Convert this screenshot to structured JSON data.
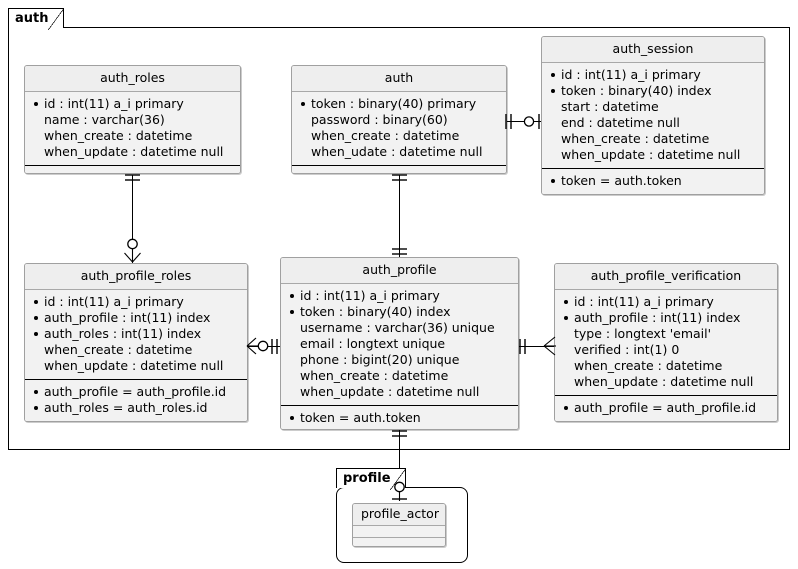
{
  "diagram": {
    "type": "entity-relationship",
    "packages": [
      {
        "name": "auth"
      },
      {
        "name": "profile"
      }
    ]
  },
  "entities": {
    "auth_roles": {
      "title": "auth_roles",
      "fields": [
        {
          "text": "id : int(11) a_i primary",
          "key": true
        },
        {
          "text": "name : varchar(36)",
          "key": false
        },
        {
          "text": "when_create : datetime",
          "key": false
        },
        {
          "text": "when_update : datetime null",
          "key": false
        }
      ],
      "relations": []
    },
    "auth": {
      "title": "auth",
      "fields": [
        {
          "text": "token : binary(40) primary",
          "key": true
        },
        {
          "text": "password : binary(60)",
          "key": false
        },
        {
          "text": "when_create : datetime",
          "key": false
        },
        {
          "text": "when_udate : datetime null",
          "key": false
        }
      ],
      "relations": []
    },
    "auth_session": {
      "title": "auth_session",
      "fields": [
        {
          "text": "id : int(11) a_i primary",
          "key": true
        },
        {
          "text": "token : binary(40) index",
          "key": true
        },
        {
          "text": "start : datetime",
          "key": false
        },
        {
          "text": "end : datetime null",
          "key": false
        },
        {
          "text": "when_create : datetime",
          "key": false
        },
        {
          "text": "when_update : datetime null",
          "key": false
        }
      ],
      "relations": [
        {
          "text": "token = auth.token",
          "key": true
        }
      ]
    },
    "auth_profile_roles": {
      "title": "auth_profile_roles",
      "fields": [
        {
          "text": "id : int(11) a_i primary",
          "key": true
        },
        {
          "text": "auth_profile : int(11) index",
          "key": true
        },
        {
          "text": "auth_roles : int(11) index",
          "key": true
        },
        {
          "text": "when_create : datetime",
          "key": false
        },
        {
          "text": "when_update : datetime null",
          "key": false
        }
      ],
      "relations": [
        {
          "text": "auth_profile = auth_profile.id",
          "key": true
        },
        {
          "text": "auth_roles = auth_roles.id",
          "key": true
        }
      ]
    },
    "auth_profile": {
      "title": "auth_profile",
      "fields": [
        {
          "text": "id : int(11) a_i primary",
          "key": true
        },
        {
          "text": "token : binary(40) index",
          "key": true
        },
        {
          "text": "username : varchar(36) unique",
          "key": false
        },
        {
          "text": "email : longtext unique",
          "key": false
        },
        {
          "text": "phone : bigint(20) unique",
          "key": false
        },
        {
          "text": "when_create : datetime",
          "key": false
        },
        {
          "text": "when_update : datetime null",
          "key": false
        }
      ],
      "relations": [
        {
          "text": "token = auth.token",
          "key": true
        }
      ]
    },
    "auth_profile_verification": {
      "title": "auth_profile_verification",
      "fields": [
        {
          "text": "id : int(11) a_i primary",
          "key": true
        },
        {
          "text": "auth_profile : int(11) index",
          "key": true
        },
        {
          "text": "type : longtext 'email'",
          "key": false
        },
        {
          "text": "verified : int(1) 0",
          "key": false
        },
        {
          "text": "when_create : datetime",
          "key": false
        },
        {
          "text": "when_update : datetime null",
          "key": false
        }
      ],
      "relations": [
        {
          "text": "auth_profile = auth_profile.id",
          "key": true
        }
      ]
    },
    "profile_actor": {
      "title": "profile_actor",
      "fields": [],
      "relations": []
    }
  },
  "relationships": [
    {
      "from": "auth",
      "to": "auth_session",
      "from_cardinality": "one-and-only-one",
      "to_cardinality": "zero-or-one"
    },
    {
      "from": "auth_roles",
      "to": "auth_profile_roles",
      "from_cardinality": "one-and-only-one",
      "to_cardinality": "zero-or-many"
    },
    {
      "from": "auth",
      "to": "auth_profile",
      "from_cardinality": "one-and-only-one",
      "to_cardinality": "one-and-only-one"
    },
    {
      "from": "auth_profile_roles",
      "to": "auth_profile",
      "from_cardinality": "zero-or-many",
      "to_cardinality": "one-and-only-one"
    },
    {
      "from": "auth_profile",
      "to": "auth_profile_verification",
      "from_cardinality": "one-and-only-one",
      "to_cardinality": "many"
    },
    {
      "from": "auth_profile",
      "to": "profile_actor",
      "from_cardinality": "one-and-only-one",
      "to_cardinality": "zero-or-one"
    }
  ],
  "colors": {
    "entity_fill": "#eeeeee",
    "entity_border": "#a0a0a0",
    "package_border": "#000000",
    "line": "#000000",
    "background": "#ffffff"
  }
}
